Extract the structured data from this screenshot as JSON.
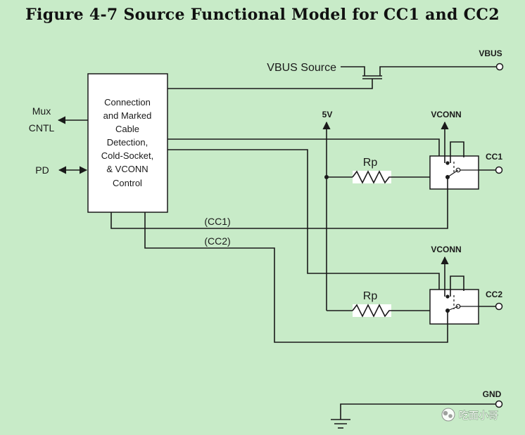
{
  "figure_title": "Figure 4-7  Source Functional Model for CC1 and CC2",
  "labels": {
    "vbus_source": "VBUS Source",
    "vbus": "VBUS",
    "vconn_top": "VCONN",
    "vconn_bottom": "VCONN",
    "five_v": "5V",
    "rp_top": "Rp",
    "rp_bottom": "Rp",
    "cc1_pin": "CC1",
    "cc2_pin": "CC2",
    "gnd": "GND",
    "cc1_wire": "(CC1)",
    "cc2_wire": "(CC2)",
    "mux_line1": "Mux",
    "mux_line2": "CNTL",
    "pd": "PD"
  },
  "control_block": {
    "lines": [
      "Connection",
      "and Marked",
      "Cable",
      "Detection,",
      "Cold-Socket,",
      "& VCONN",
      "Control"
    ]
  },
  "watermark": {
    "text": "吃面小哥"
  }
}
